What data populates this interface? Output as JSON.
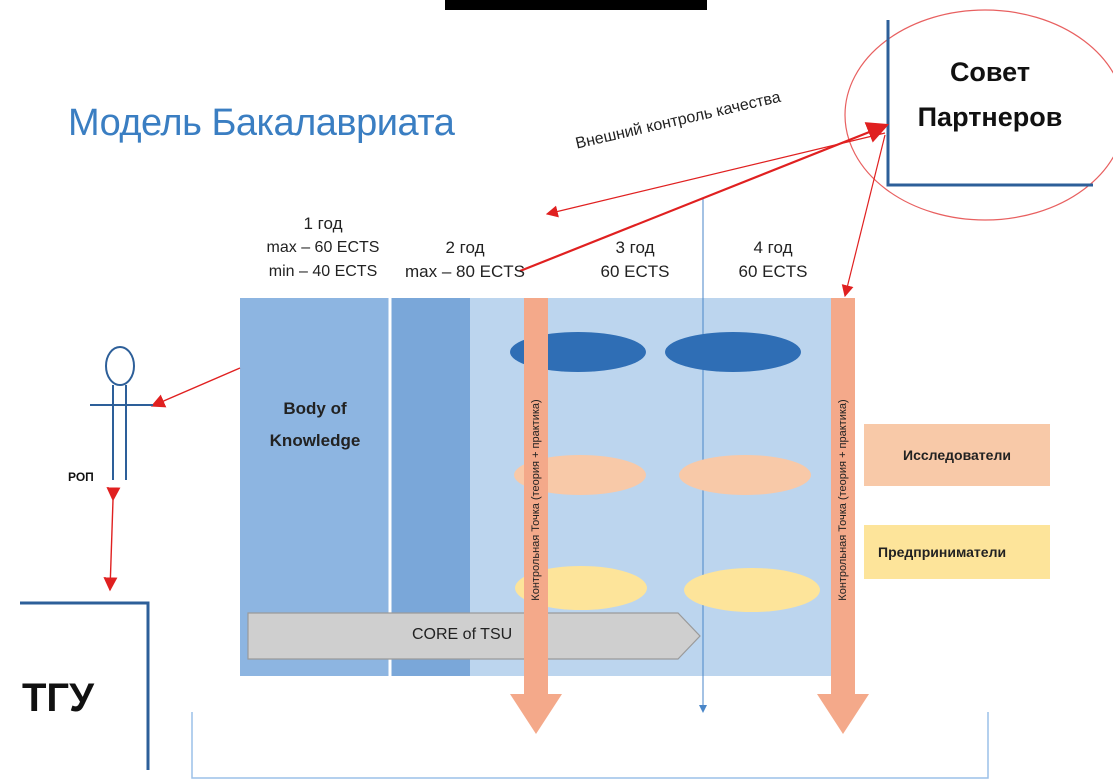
{
  "title": "Модель Бакалавриата",
  "external_control": "Внешний контроль качества",
  "council": {
    "line1": "Совет",
    "line2": "Партнеров"
  },
  "years": [
    {
      "label": "1 год",
      "line2": "max – 60 ECTS",
      "line3": "min – 40 ECTS"
    },
    {
      "label": "2 год",
      "line2": "max – 80 ECTS"
    },
    {
      "label": "3 год",
      "line2": "60 ECTS"
    },
    {
      "label": "4 год",
      "line2": "60 ECTS"
    }
  ],
  "body_of_knowledge": {
    "line1": "Body of",
    "line2": "Knowledge"
  },
  "core": "CORE of TSU",
  "control_point": "Контрольная  Точка (теория + практика)",
  "tracks": {
    "researchers": "Исследователи",
    "entrepreneurs": "Предприниматели"
  },
  "rop": "РОП",
  "tgu": "ТГУ",
  "colors": {
    "title": "#3a7ec2",
    "block_light": "#bcd5ee",
    "block_mid": "#8db5e1",
    "block_dark": "#7aa7d9",
    "arrow_orange": "#f4a98a",
    "ellipse_blue": "#2f6eb5",
    "ellipse_peach": "#f8c9a8",
    "ellipse_yellow": "#fde49a",
    "red_line": "#e02020"
  }
}
